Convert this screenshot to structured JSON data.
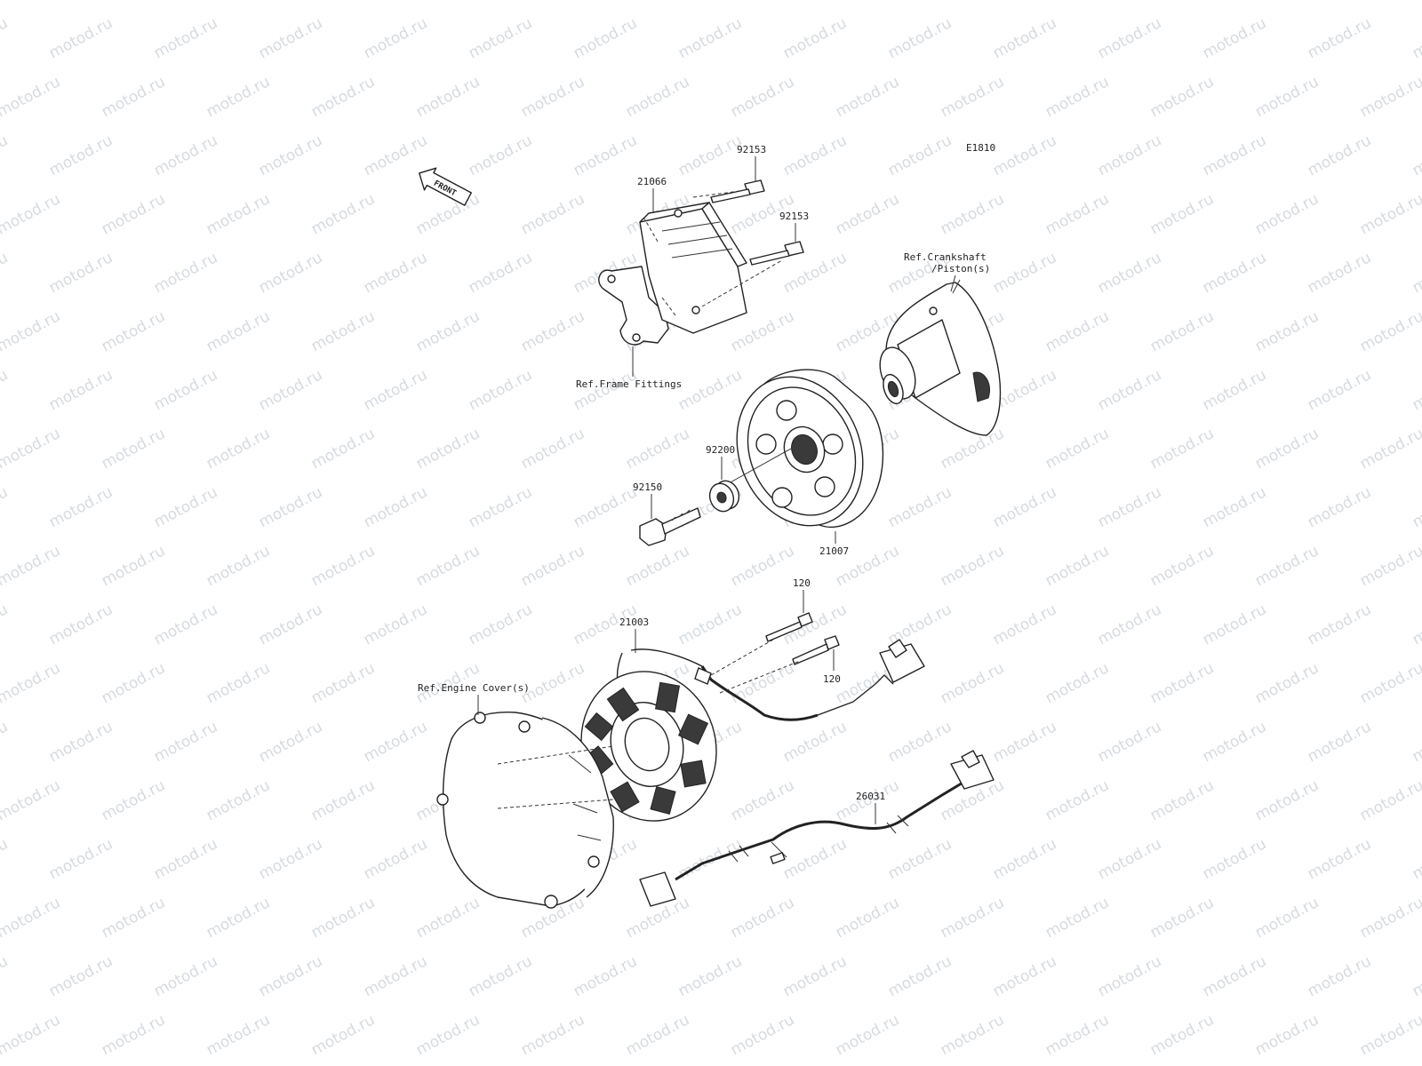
{
  "diagram_code": "E1810",
  "front_arrow": {
    "text": "FRONT",
    "icon": "front-arrow-icon"
  },
  "watermark": "motod.ru",
  "parts": {
    "regulator": "21066",
    "bolt_upper": "92153",
    "bolt_lower": "92153",
    "flywheel": "21007",
    "washer": "92200",
    "flywheel_bolt": "92150",
    "stator": "21003",
    "stator_bolt_upper": "120",
    "stator_bolt_lower": "120",
    "harness": "26031"
  },
  "references": {
    "frame": "Ref.Frame Fittings",
    "crankshaft_line1": "Ref.Crankshaft",
    "crankshaft_line2": "/Piston(s)",
    "engine_cover": "Ref.Engine Cover(s)"
  }
}
